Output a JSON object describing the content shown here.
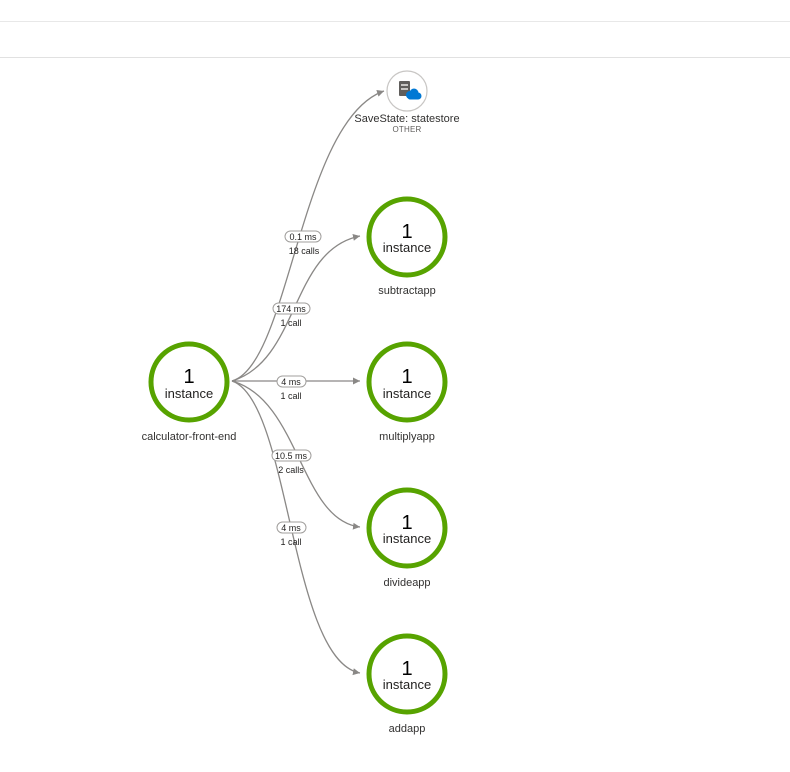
{
  "nodes": {
    "source": {
      "count": "1",
      "unit": "instance",
      "name": "calculator-front-end"
    },
    "subtract": {
      "count": "1",
      "unit": "instance",
      "name": "subtractapp"
    },
    "multiply": {
      "count": "1",
      "unit": "instance",
      "name": "multiplyapp"
    },
    "divide": {
      "count": "1",
      "unit": "instance",
      "name": "divideapp"
    },
    "add": {
      "count": "1",
      "unit": "instance",
      "name": "addapp"
    }
  },
  "external": {
    "name": "SaveState: statestore",
    "type": "OTHER",
    "icon": "storage-cloud-icon"
  },
  "edges": {
    "statestore": {
      "duration": "0.1 ms",
      "calls": "18 calls"
    },
    "subtract": {
      "duration": "174 ms",
      "calls": "1 call"
    },
    "multiply": {
      "duration": "4 ms",
      "calls": "1 call"
    },
    "divide": {
      "duration": "10.5 ms",
      "calls": "2 calls"
    },
    "add": {
      "duration": "4 ms",
      "calls": "1 call"
    }
  },
  "colors": {
    "node_ring": "#57a300",
    "edge": "#8a8886",
    "icon_blue": "#0078d4"
  }
}
